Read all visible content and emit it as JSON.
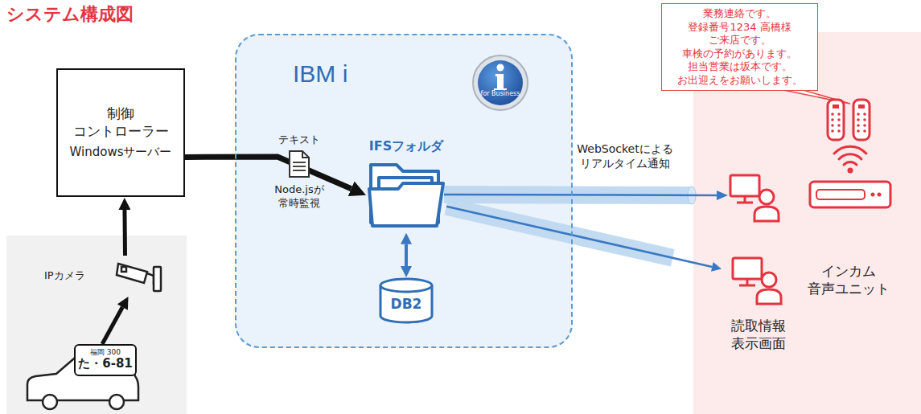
{
  "diagram": {
    "title": "システム構成図",
    "nodes": [
      {
        "text": [
          "制御 コントローラー",
          "Windowsサーバー"
        ]
      },
      {
        "text": [
          "IBM i"
        ]
      },
      {
        "text": [
          "テキスト",
          "Node.jsが 常時監視"
        ],
        "in": 1
      },
      {
        "text": [
          "IFSフォルダ"
        ],
        "in": 1
      },
      {
        "text": [
          "DB2"
        ],
        "in": 1
      },
      {
        "text": [
          "業務連絡です。 登録番号1234 高橋様 ご来店です。 車検の予約があります。 担当営業は坂本です。 お出迎えをお願いします。"
        ]
      },
      {
        "text": [
          "読取情報 表示画面"
        ]
      },
      {
        "text": [
          "インカム 音声ユニット"
        ]
      },
      {
        "text": [
          "IPカメラ"
        ]
      },
      {
        "text": [
          "福岡 300",
          "た・6-81"
        ]
      }
    ],
    "edges": [
      {
        "from": 9,
        "to": 8,
        "arrow": "to"
      },
      {
        "from": 8,
        "to": 0,
        "arrow": "to"
      },
      {
        "from": 0,
        "to": 3,
        "arrow": "to"
      },
      {
        "from": 3,
        "to": 4,
        "arrow": "both"
      },
      {
        "from": 3,
        "to": 6,
        "arrow": "to"
      }
    ],
    "labels": [
      "for Business",
      "WebSocketによる リアルタイム通知"
    ]
  }
}
